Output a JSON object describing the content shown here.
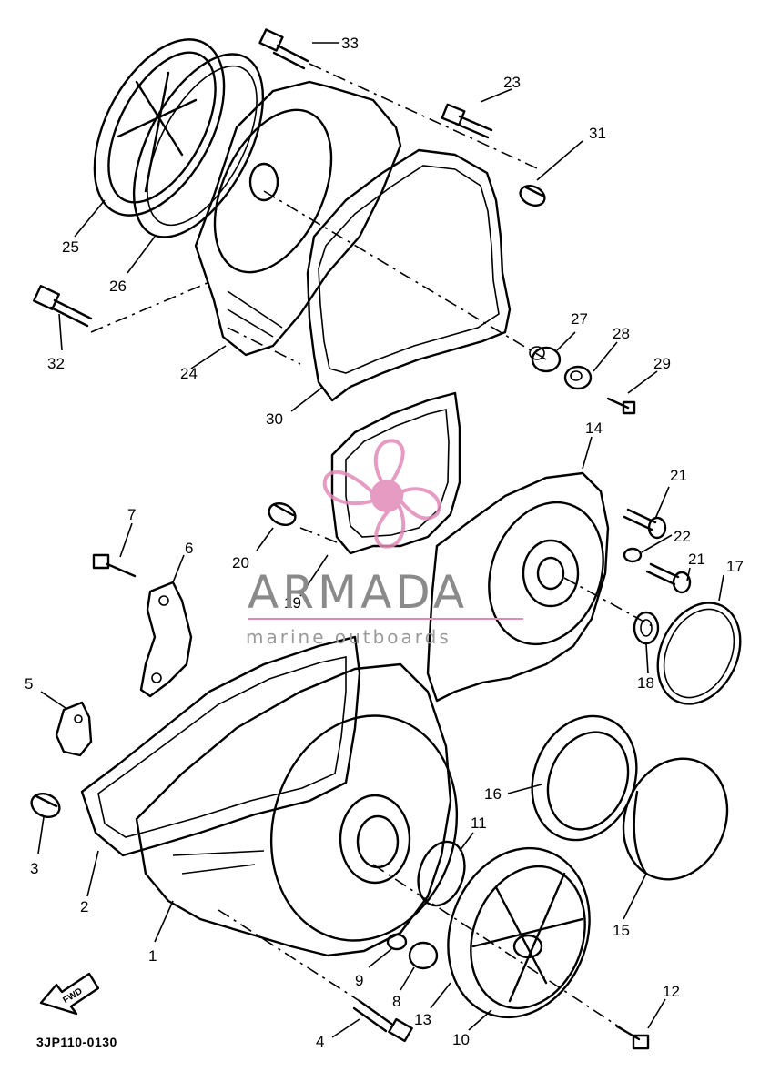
{
  "diagram": {
    "drawing_code": "3JP110-0130",
    "direction_label": "FWD",
    "callouts": [
      "1",
      "2",
      "3",
      "4",
      "5",
      "6",
      "7",
      "8",
      "9",
      "10",
      "11",
      "12",
      "13",
      "14",
      "15",
      "16",
      "17",
      "18",
      "19",
      "20",
      "21",
      "21",
      "22",
      "23",
      "24",
      "25",
      "26",
      "27",
      "28",
      "29",
      "30",
      "31",
      "32",
      "33"
    ]
  },
  "watermark": {
    "brand": "ARMADA",
    "tagline": "marine outboards",
    "color": "#e28ab8"
  }
}
